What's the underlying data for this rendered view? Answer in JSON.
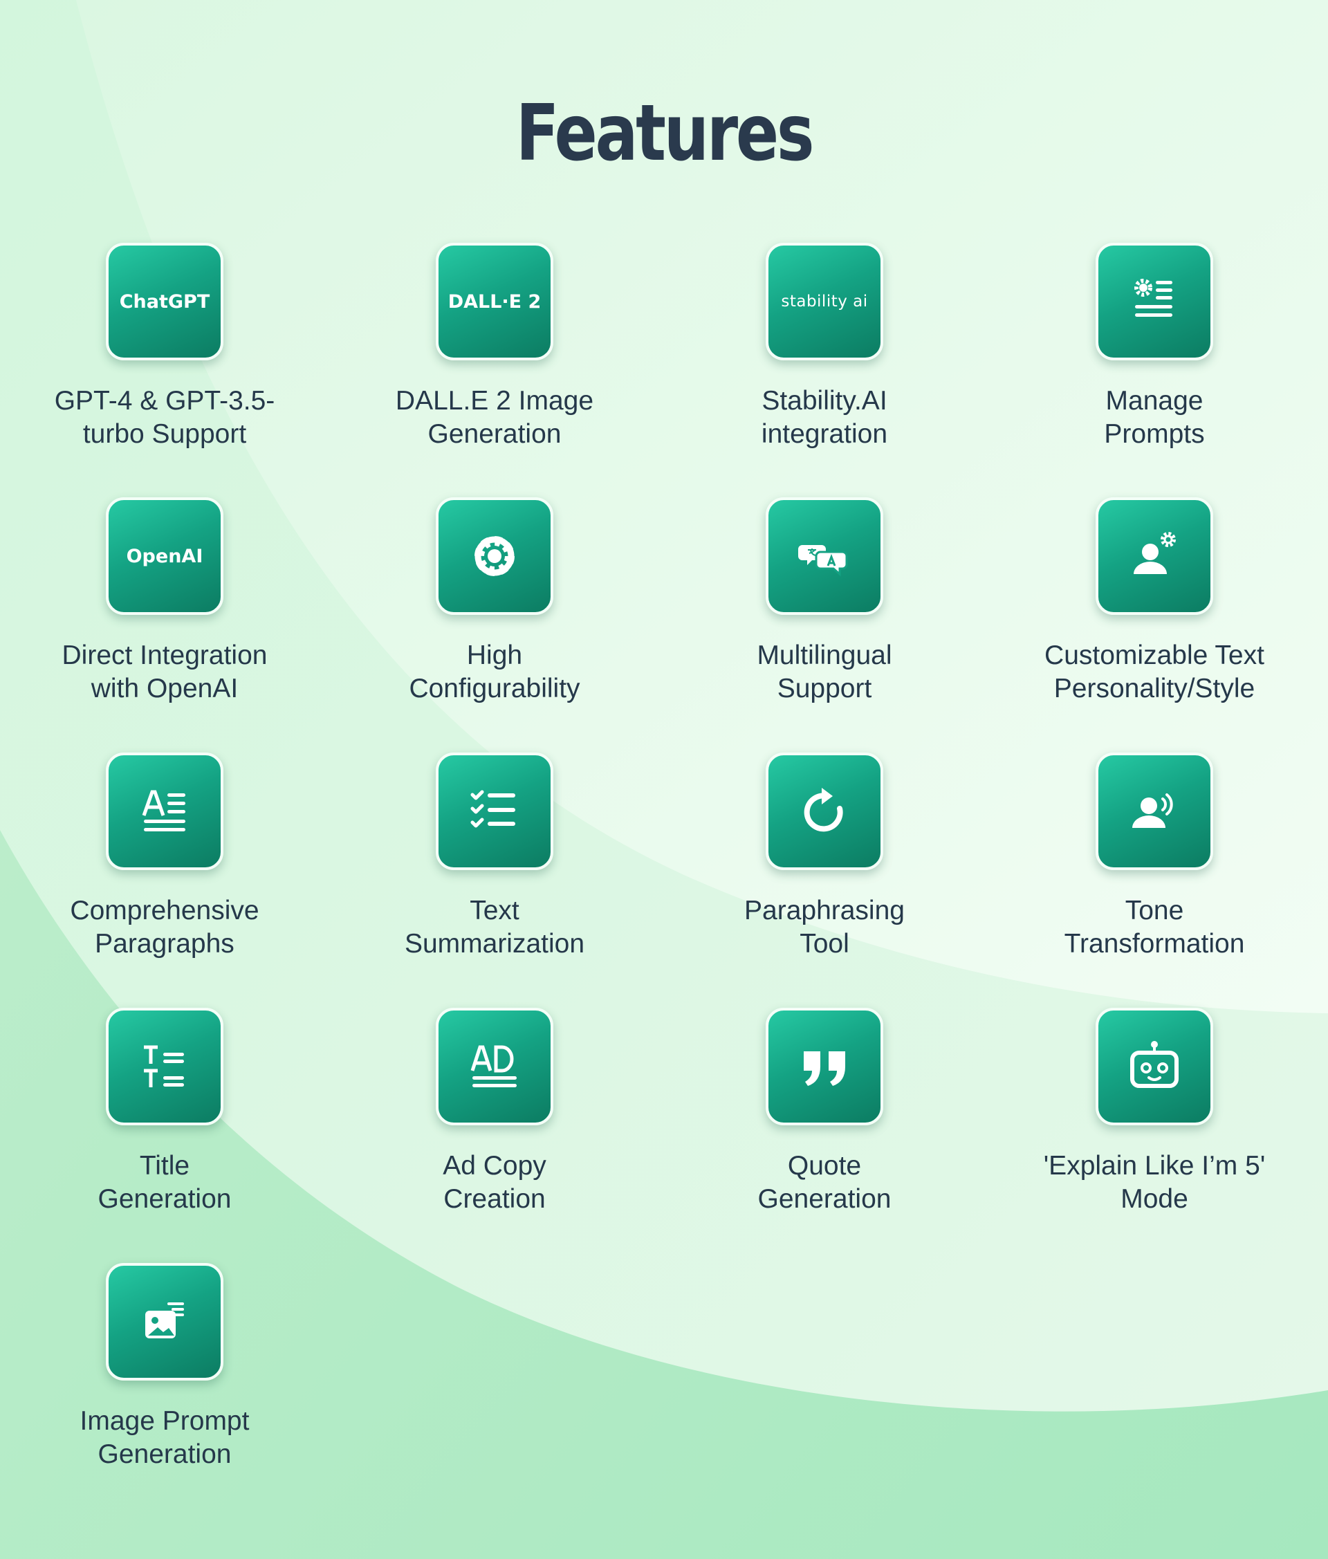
{
  "page": {
    "title": "Features",
    "accent_color": "#14a283",
    "text_color": "#25384a"
  },
  "features": [
    {
      "icon": "chatgpt-logo-icon",
      "brand": "ChatGPT",
      "line1": "GPT-4 & GPT-3.5-",
      "line2": "turbo Support"
    },
    {
      "icon": "dalle-logo-icon",
      "brand": "DALL·E 2",
      "line1": "DALL.E 2 Image",
      "line2": "Generation"
    },
    {
      "icon": "stability-ai-logo-icon",
      "brand": "stability ai",
      "line1": "Stability.AI",
      "line2": "integration"
    },
    {
      "icon": "prompt-settings-icon",
      "line1": "Manage",
      "line2": "Prompts"
    },
    {
      "icon": "openai-logo-icon",
      "brand": "OpenAI",
      "line1": "Direct Integration",
      "line2": "with OpenAI"
    },
    {
      "icon": "gear-icon",
      "line1": "High",
      "line2": "Configurability"
    },
    {
      "icon": "translate-icon",
      "line1": "Multilingual",
      "line2": "Support"
    },
    {
      "icon": "user-settings-icon",
      "line1": "Customizable Text",
      "line2": "Personality/Style"
    },
    {
      "icon": "paragraph-text-icon",
      "line1": "Comprehensive",
      "line2": "Paragraphs"
    },
    {
      "icon": "checklist-icon",
      "line1": "Text",
      "line2": "Summarization"
    },
    {
      "icon": "rotate-arrow-icon",
      "line1": "Paraphrasing",
      "line2": "Tool"
    },
    {
      "icon": "voice-user-icon",
      "line1": "Tone",
      "line2": "Transformation"
    },
    {
      "icon": "title-text-icon",
      "line1": "Title",
      "line2": "Generation"
    },
    {
      "icon": "ad-text-icon",
      "line1": "Ad Copy",
      "line2": "Creation"
    },
    {
      "icon": "quote-icon",
      "line1": "Quote",
      "line2": "Generation"
    },
    {
      "icon": "robot-icon",
      "line1": "'Explain Like I’m 5'",
      "line2": "Mode"
    },
    {
      "icon": "image-prompt-icon",
      "line1": "Image Prompt",
      "line2": "Generation"
    }
  ]
}
